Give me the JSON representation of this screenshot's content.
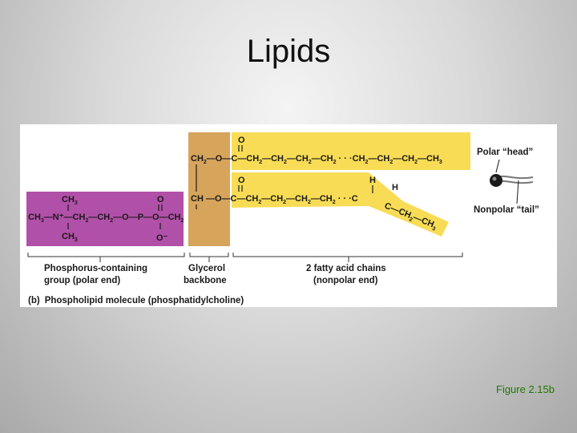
{
  "slide": {
    "title": "Lipids",
    "figure_caption": "Figure 2.15b"
  },
  "colors": {
    "phosphate_group": "#b150a8",
    "glycerol": "#d7a45c",
    "fatty_acid": "#f8dc55",
    "caption": "#1f7a00"
  },
  "labels": {
    "polar_head": "Polar “head”",
    "nonpolar_tail": "Nonpolar “tail”",
    "phosphorus_group_line1": "Phosphorus-containing",
    "phosphorus_group_line2": "group (polar end)",
    "glycerol_line1": "Glycerol",
    "glycerol_line2": "backbone",
    "fatty_acids_line1": "2 fatty acid chains",
    "fatty_acids_line2": "(nonpolar end)",
    "panel_letter": "(b)",
    "panel_title": "Phospholipid molecule (phosphatidylcholine)"
  },
  "icons": [
    "phospholipid-icon"
  ]
}
